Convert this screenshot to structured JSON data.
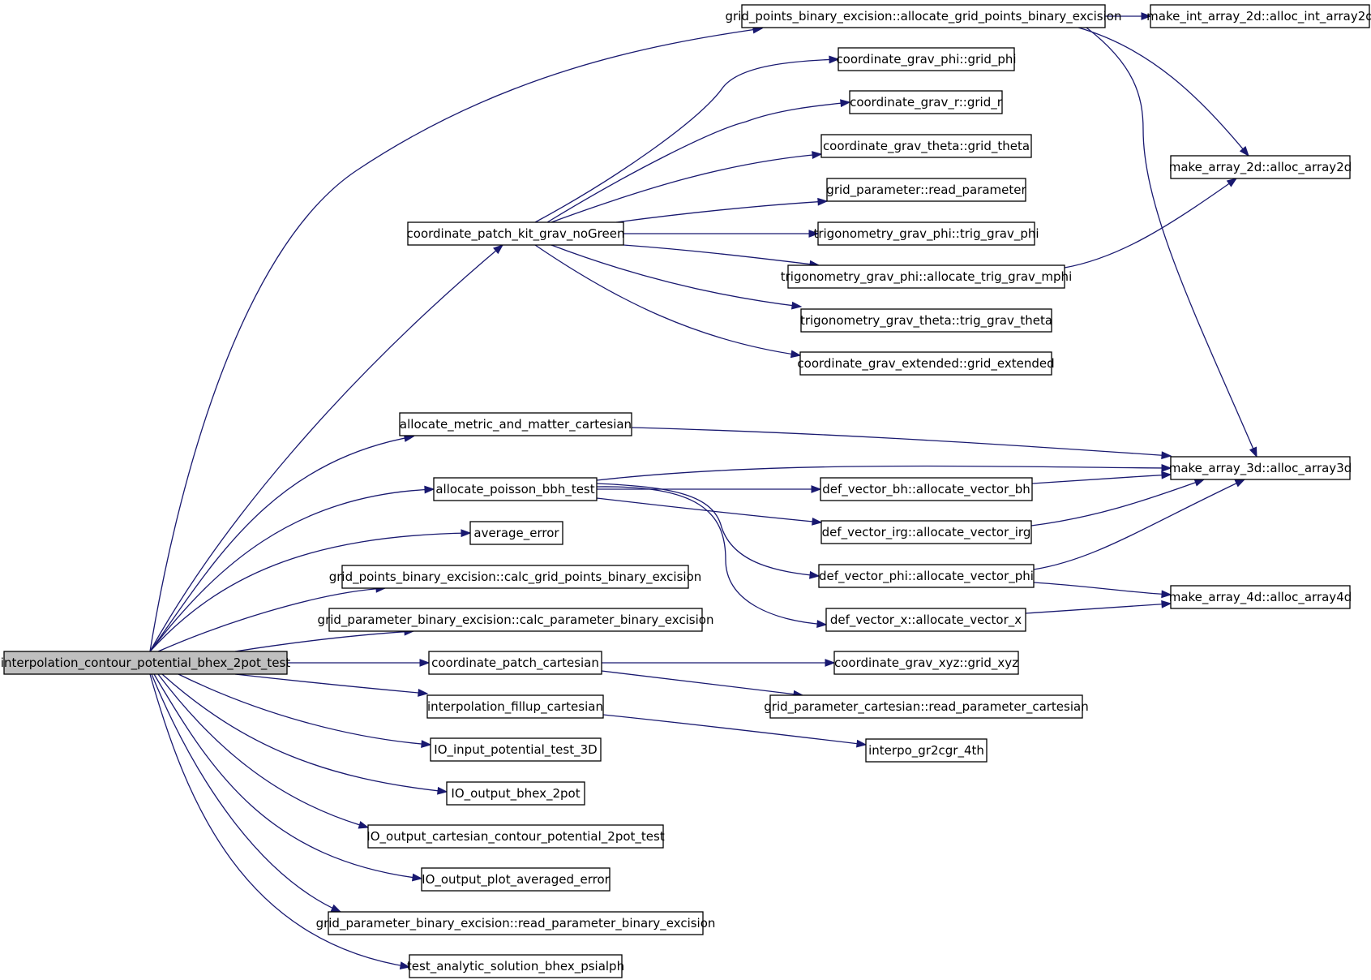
{
  "diagram": {
    "type": "call-graph",
    "root": "interpolation_contour_potential_bhex_2pot_test",
    "colors": {
      "edge": "#191970",
      "root_fill": "#bfbfbf",
      "node_fill": "#ffffff",
      "node_border": "#000000"
    },
    "nodes": [
      {
        "id": "root",
        "label": "interpolation_contour_potential_bhex_2pot_test",
        "root": true
      },
      {
        "id": "gpbe_alloc",
        "label": "grid_points_binary_excision::allocate_grid_points_binary_excision"
      },
      {
        "id": "int2d",
        "label": "make_int_array_2d::alloc_int_array2d"
      },
      {
        "id": "grid_phi",
        "label": "coordinate_grav_phi::grid_phi"
      },
      {
        "id": "grid_r",
        "label": "coordinate_grav_r::grid_r"
      },
      {
        "id": "grid_theta",
        "label": "coordinate_grav_theta::grid_theta"
      },
      {
        "id": "arr2d",
        "label": "make_array_2d::alloc_array2d"
      },
      {
        "id": "read_param",
        "label": "grid_parameter::read_parameter"
      },
      {
        "id": "cpk",
        "label": "coordinate_patch_kit_grav_noGreen"
      },
      {
        "id": "trig_phi",
        "label": "trigonometry_grav_phi::trig_grav_phi"
      },
      {
        "id": "trig_mphi",
        "label": "trigonometry_grav_phi::allocate_trig_grav_mphi"
      },
      {
        "id": "trig_theta",
        "label": "trigonometry_grav_theta::trig_grav_theta"
      },
      {
        "id": "grid_ext",
        "label": "coordinate_grav_extended::grid_extended"
      },
      {
        "id": "amm",
        "label": "allocate_metric_and_matter_cartesian"
      },
      {
        "id": "arr3d",
        "label": "make_array_3d::alloc_array3d"
      },
      {
        "id": "apbt",
        "label": "allocate_poisson_bbh_test"
      },
      {
        "id": "vbh",
        "label": "def_vector_bh::allocate_vector_bh"
      },
      {
        "id": "avg_err",
        "label": "average_error"
      },
      {
        "id": "virg",
        "label": "def_vector_irg::allocate_vector_irg"
      },
      {
        "id": "calc_gpbe",
        "label": "grid_points_binary_excision::calc_grid_points_binary_excision"
      },
      {
        "id": "vphi",
        "label": "def_vector_phi::allocate_vector_phi"
      },
      {
        "id": "arr4d",
        "label": "make_array_4d::alloc_array4d"
      },
      {
        "id": "calc_pbe",
        "label": "grid_parameter_binary_excision::calc_parameter_binary_excision"
      },
      {
        "id": "vx",
        "label": "def_vector_x::allocate_vector_x"
      },
      {
        "id": "cpc",
        "label": "coordinate_patch_cartesian"
      },
      {
        "id": "grid_xyz",
        "label": "coordinate_grav_xyz::grid_xyz"
      },
      {
        "id": "ifc",
        "label": "interpolation_fillup_cartesian"
      },
      {
        "id": "read_pc",
        "label": "grid_parameter_cartesian::read_parameter_cartesian"
      },
      {
        "id": "io_in",
        "label": "IO_input_potential_test_3D"
      },
      {
        "id": "interpo",
        "label": "interpo_gr2cgr_4th"
      },
      {
        "id": "io_bhex",
        "label": "IO_output_bhex_2pot"
      },
      {
        "id": "io_contour",
        "label": "IO_output_cartesian_contour_potential_2pot_test"
      },
      {
        "id": "io_plot",
        "label": "IO_output_plot_averaged_error"
      },
      {
        "id": "read_pbe",
        "label": "grid_parameter_binary_excision::read_parameter_binary_excision"
      },
      {
        "id": "test_an",
        "label": "test_analytic_solution_bhex_psialph"
      }
    ],
    "edges": [
      [
        "root",
        "gpbe_alloc"
      ],
      [
        "root",
        "cpk"
      ],
      [
        "root",
        "amm"
      ],
      [
        "root",
        "apbt"
      ],
      [
        "root",
        "avg_err"
      ],
      [
        "root",
        "calc_gpbe"
      ],
      [
        "root",
        "calc_pbe"
      ],
      [
        "root",
        "cpc"
      ],
      [
        "root",
        "ifc"
      ],
      [
        "root",
        "io_in"
      ],
      [
        "root",
        "io_bhex"
      ],
      [
        "root",
        "io_contour"
      ],
      [
        "root",
        "io_plot"
      ],
      [
        "root",
        "read_pbe"
      ],
      [
        "root",
        "test_an"
      ],
      [
        "gpbe_alloc",
        "int2d"
      ],
      [
        "gpbe_alloc",
        "arr2d"
      ],
      [
        "gpbe_alloc",
        "arr3d"
      ],
      [
        "cpk",
        "grid_phi"
      ],
      [
        "cpk",
        "grid_r"
      ],
      [
        "cpk",
        "grid_theta"
      ],
      [
        "cpk",
        "read_param"
      ],
      [
        "cpk",
        "trig_phi"
      ],
      [
        "cpk",
        "trig_mphi"
      ],
      [
        "cpk",
        "trig_theta"
      ],
      [
        "cpk",
        "grid_ext"
      ],
      [
        "trig_mphi",
        "arr2d"
      ],
      [
        "amm",
        "arr3d"
      ],
      [
        "apbt",
        "arr3d"
      ],
      [
        "apbt",
        "vbh"
      ],
      [
        "apbt",
        "virg"
      ],
      [
        "apbt",
        "vphi"
      ],
      [
        "apbt",
        "vx"
      ],
      [
        "vbh",
        "arr3d"
      ],
      [
        "virg",
        "arr3d"
      ],
      [
        "vphi",
        "arr3d"
      ],
      [
        "vphi",
        "arr4d"
      ],
      [
        "vx",
        "arr4d"
      ],
      [
        "cpc",
        "grid_xyz"
      ],
      [
        "cpc",
        "read_pc"
      ],
      [
        "ifc",
        "interpo"
      ]
    ]
  }
}
